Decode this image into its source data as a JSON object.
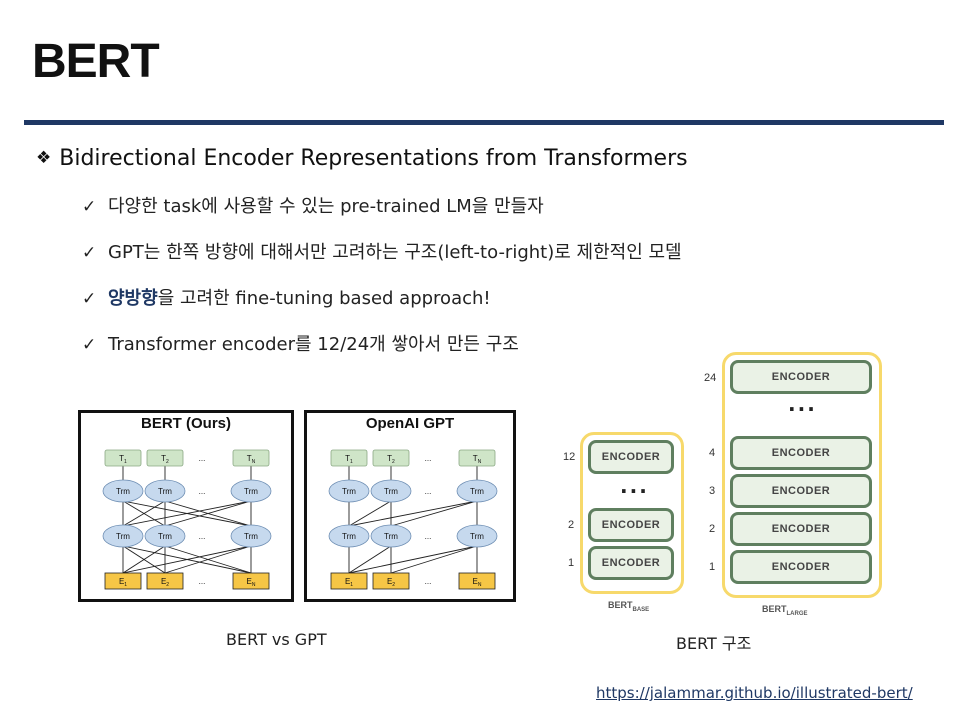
{
  "slide": {
    "title": "BERT",
    "heading": "Bidirectional Encoder Representations from Transformers",
    "bullets": [
      {
        "text": "다양한 task에 사용할 수 있는 pre-trained LM을 만들자"
      },
      {
        "text": "GPT는 한쪽 방향에 대해서만 고려하는 구조(left-to-right)로 제한적인 모델"
      },
      {
        "highlight": "양방향",
        "rest": "을 고려한 fine-tuning based approach!"
      },
      {
        "text": "Transformer encoder를 12/24개 쌓아서 만든 구조"
      }
    ],
    "captions": {
      "left": "BERT vs GPT",
      "right": "BERT 구조"
    },
    "link": "https://jalammar.github.io/illustrated-bert/"
  },
  "figure_compare": {
    "bert_title": "BERT (Ours)",
    "gpt_title": "OpenAI GPT",
    "output_labels": [
      "T1",
      "T2",
      "...",
      "TN"
    ],
    "node_label": "Trm",
    "input_labels": [
      "E1",
      "E2",
      "...",
      "EN"
    ]
  },
  "figure_stack": {
    "encoder_label": "ENCODER",
    "base_numbers": [
      "12",
      "2",
      "1"
    ],
    "large_numbers": [
      "24",
      "4",
      "3",
      "2",
      "1"
    ],
    "ellipsis": "...",
    "base_label": {
      "main": "BERT",
      "sub": "BASE"
    },
    "large_label": {
      "main": "BERT",
      "sub": "LARGE"
    }
  },
  "colors": {
    "title_rule": "#1f3864",
    "highlight": "#1f3864",
    "frame": "#f7d96b",
    "encoder_border": "#5f7f5f"
  }
}
